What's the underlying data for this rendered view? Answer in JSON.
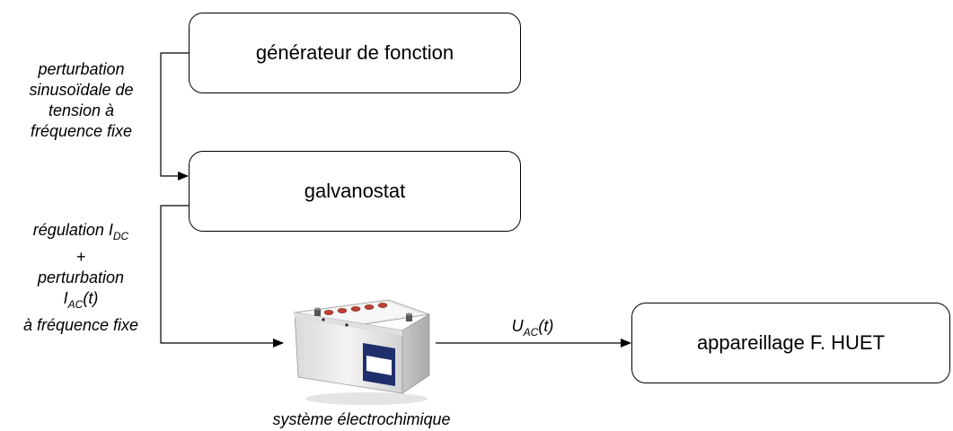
{
  "nodes": {
    "function_generator": "générateur de fonction",
    "galvanostat": "galvanostat",
    "instrument": "appareillage F. HUET"
  },
  "annotations": {
    "perturbation_voltage": [
      "perturbation",
      "sinusoïdale de",
      "tension à",
      "fréquence fixe"
    ],
    "regulation": {
      "line1_prefix": "régulation I",
      "line1_sub": "DC",
      "line2": "+",
      "line3": "perturbation",
      "line4_prefix": "I",
      "line4_sub": "AC",
      "line4_suffix": "(t)",
      "line5": "à fréquence fixe"
    },
    "signal": {
      "prefix": "U",
      "sub": "AC",
      "suffix": "(t)"
    },
    "system_caption": "système électrochimique"
  },
  "icons": {
    "battery": "car-battery-icon"
  }
}
